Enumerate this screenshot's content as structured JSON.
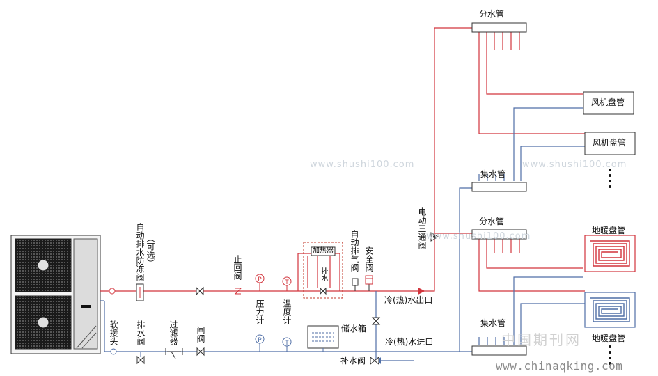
{
  "labels": {
    "fen_shui_guan": "分水管",
    "ji_shui_guan": "集水管",
    "feng_ji_pan_guan": "风机盘管",
    "di_nuan_pan_guan": "地暖盘管",
    "dian_dong_san_tong_fa": "电动三通阀",
    "zi_dong_pai_qi_fa": "自动排气阀",
    "an_quan_fa": "安全阀",
    "zi_dong_pai_shui_fang_dong_fa": "自动排水防冻阀",
    "ke_xuan": "（可选）",
    "zhi_hui_fa": "止回阀",
    "ya_li_ji": "压力计",
    "wen_du_ji": "温度计",
    "jia_re_qi": "加热器",
    "pai_shui_small": "排水",
    "chu_shui_xiang": "储水箱",
    "leng_re_chu_kou": "冷(热)水出口",
    "leng_re_jin_kou": "冷(热)水进口",
    "ruan_jie_tou": "软接头",
    "pai_shui_fa": "排水阀",
    "guo_lv_qi": "过滤器",
    "zha_fa": "闸阀",
    "bu_shui_fa": "补水阀"
  },
  "watermarks": {
    "shushi_1": "www.shushi100.com",
    "shushi_2": "www.shushi100.com",
    "shushi_3": "www.shushi100.com",
    "brand_cn": "中国期刊网",
    "brand_url": "www.chinaqking.com"
  },
  "gauge_letters": {
    "pressure": "P",
    "temperature": "T"
  },
  "colors": {
    "supply": "#d2343c",
    "return": "#4f6ea6",
    "outline": "#333333",
    "heater_box": "#c0392b"
  }
}
